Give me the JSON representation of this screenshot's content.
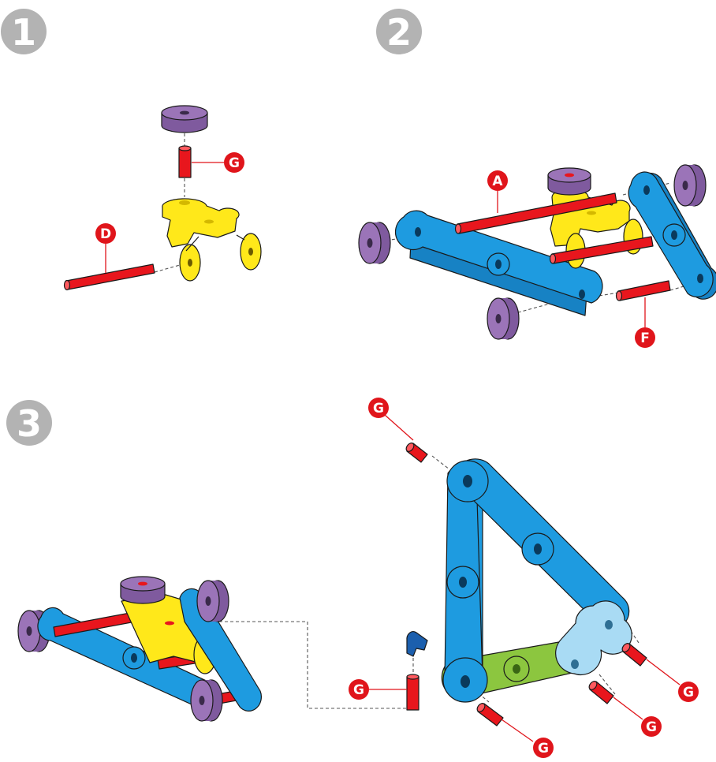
{
  "steps": [
    {
      "number": "1",
      "color": "#b3b3b3"
    },
    {
      "number": "2",
      "color": "#b3b3b3"
    },
    {
      "number": "3",
      "color": "#b3b3b3"
    }
  ],
  "callouts": {
    "step1_rod_d": "D",
    "step1_peg_g": "G",
    "step2_rod_a": "A",
    "step2_rod_f": "F",
    "step3_peg_bottom_left": "G",
    "step3_peg_top": "G",
    "step3_peg_bottom": "G",
    "step3_peg_lower_right": "G",
    "step3_peg_right": "G"
  },
  "colors": {
    "callout_red": "#e0151b",
    "rod_red": "#e8161d",
    "yellow": "#ffe81a",
    "blue": "#1e9be0",
    "light_blue": "#a9dbf4",
    "green": "#8cc63f",
    "purple": "#9b74b8",
    "dark_blue": "#1b5fae"
  }
}
